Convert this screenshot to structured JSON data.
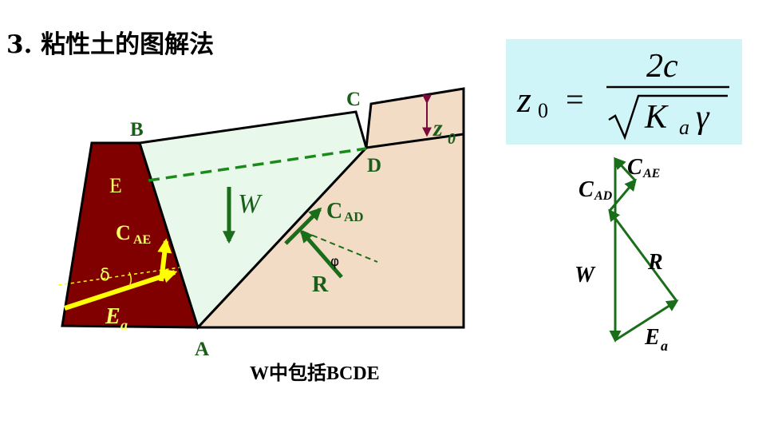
{
  "title": "3. 粘性土的图解法",
  "formula": {
    "lhs": "z",
    "lhs_sub": "0",
    "equals": "=",
    "numerator": "2c",
    "den_k": "K",
    "den_k_sub": "a",
    "den_gamma": "γ"
  },
  "points": {
    "A": "A",
    "B": "B",
    "C": "C",
    "D": "D",
    "E": "E"
  },
  "labels": {
    "z0_main": "z",
    "z0_sub": "0",
    "W": "W",
    "CAD_main": "C",
    "CAD_sub": "AD",
    "CAE_main": "C",
    "CAE_sub": "AE",
    "R": "R",
    "phi": "φ",
    "delta": "δ",
    "Ea_main": "E",
    "Ea_sub": "a"
  },
  "caption": "W中包括BCDE",
  "polygon": {
    "W": "W",
    "R": "R",
    "CAE_main": "C",
    "CAE_sub": "AE",
    "CAD_main": "C",
    "CAD_sub": "AD",
    "Ea_main": "E",
    "Ea_sub": "a"
  },
  "colors": {
    "wall": "#800000",
    "wedge": "#e8f8ea",
    "soil": "#f2dcc6",
    "arrow_green": "#1a6e1a",
    "arrow_yellow": "#ffff00",
    "z0_arrow": "#7a0a3a",
    "formula_bg": "#cff5f8",
    "label_green": "#1a5e1a",
    "label_yellow": "#ffff66"
  }
}
